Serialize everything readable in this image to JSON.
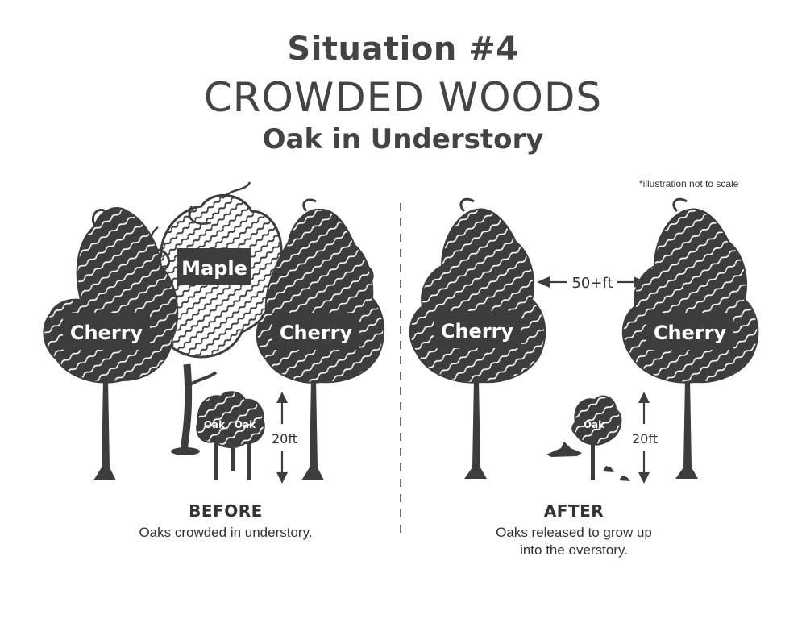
{
  "title": {
    "line1": "Situation #4",
    "line2": "CROWDED WOODS",
    "line3": "Oak in Understory"
  },
  "note": "*illustration not to scale",
  "before": {
    "trees": {
      "cherry_left": "Cherry",
      "maple": "Maple",
      "cherry_right": "Cherry",
      "oak_1": "Oak",
      "oak_2": "Oak"
    },
    "height_label": "20ft",
    "heading": "BEFORE",
    "caption": "Oaks crowded in understory."
  },
  "after": {
    "trees": {
      "cherry_left": "Cherry",
      "cherry_right": "Cherry",
      "oak": "Oak"
    },
    "spacing_label": "50+ft",
    "height_label": "20ft",
    "heading": "AFTER",
    "caption_line1": "Oaks released to grow up",
    "caption_line2": "into the overstory."
  },
  "colors": {
    "ink": "#3d3d3d",
    "background": "#ffffff",
    "label_text": "#ffffff"
  }
}
